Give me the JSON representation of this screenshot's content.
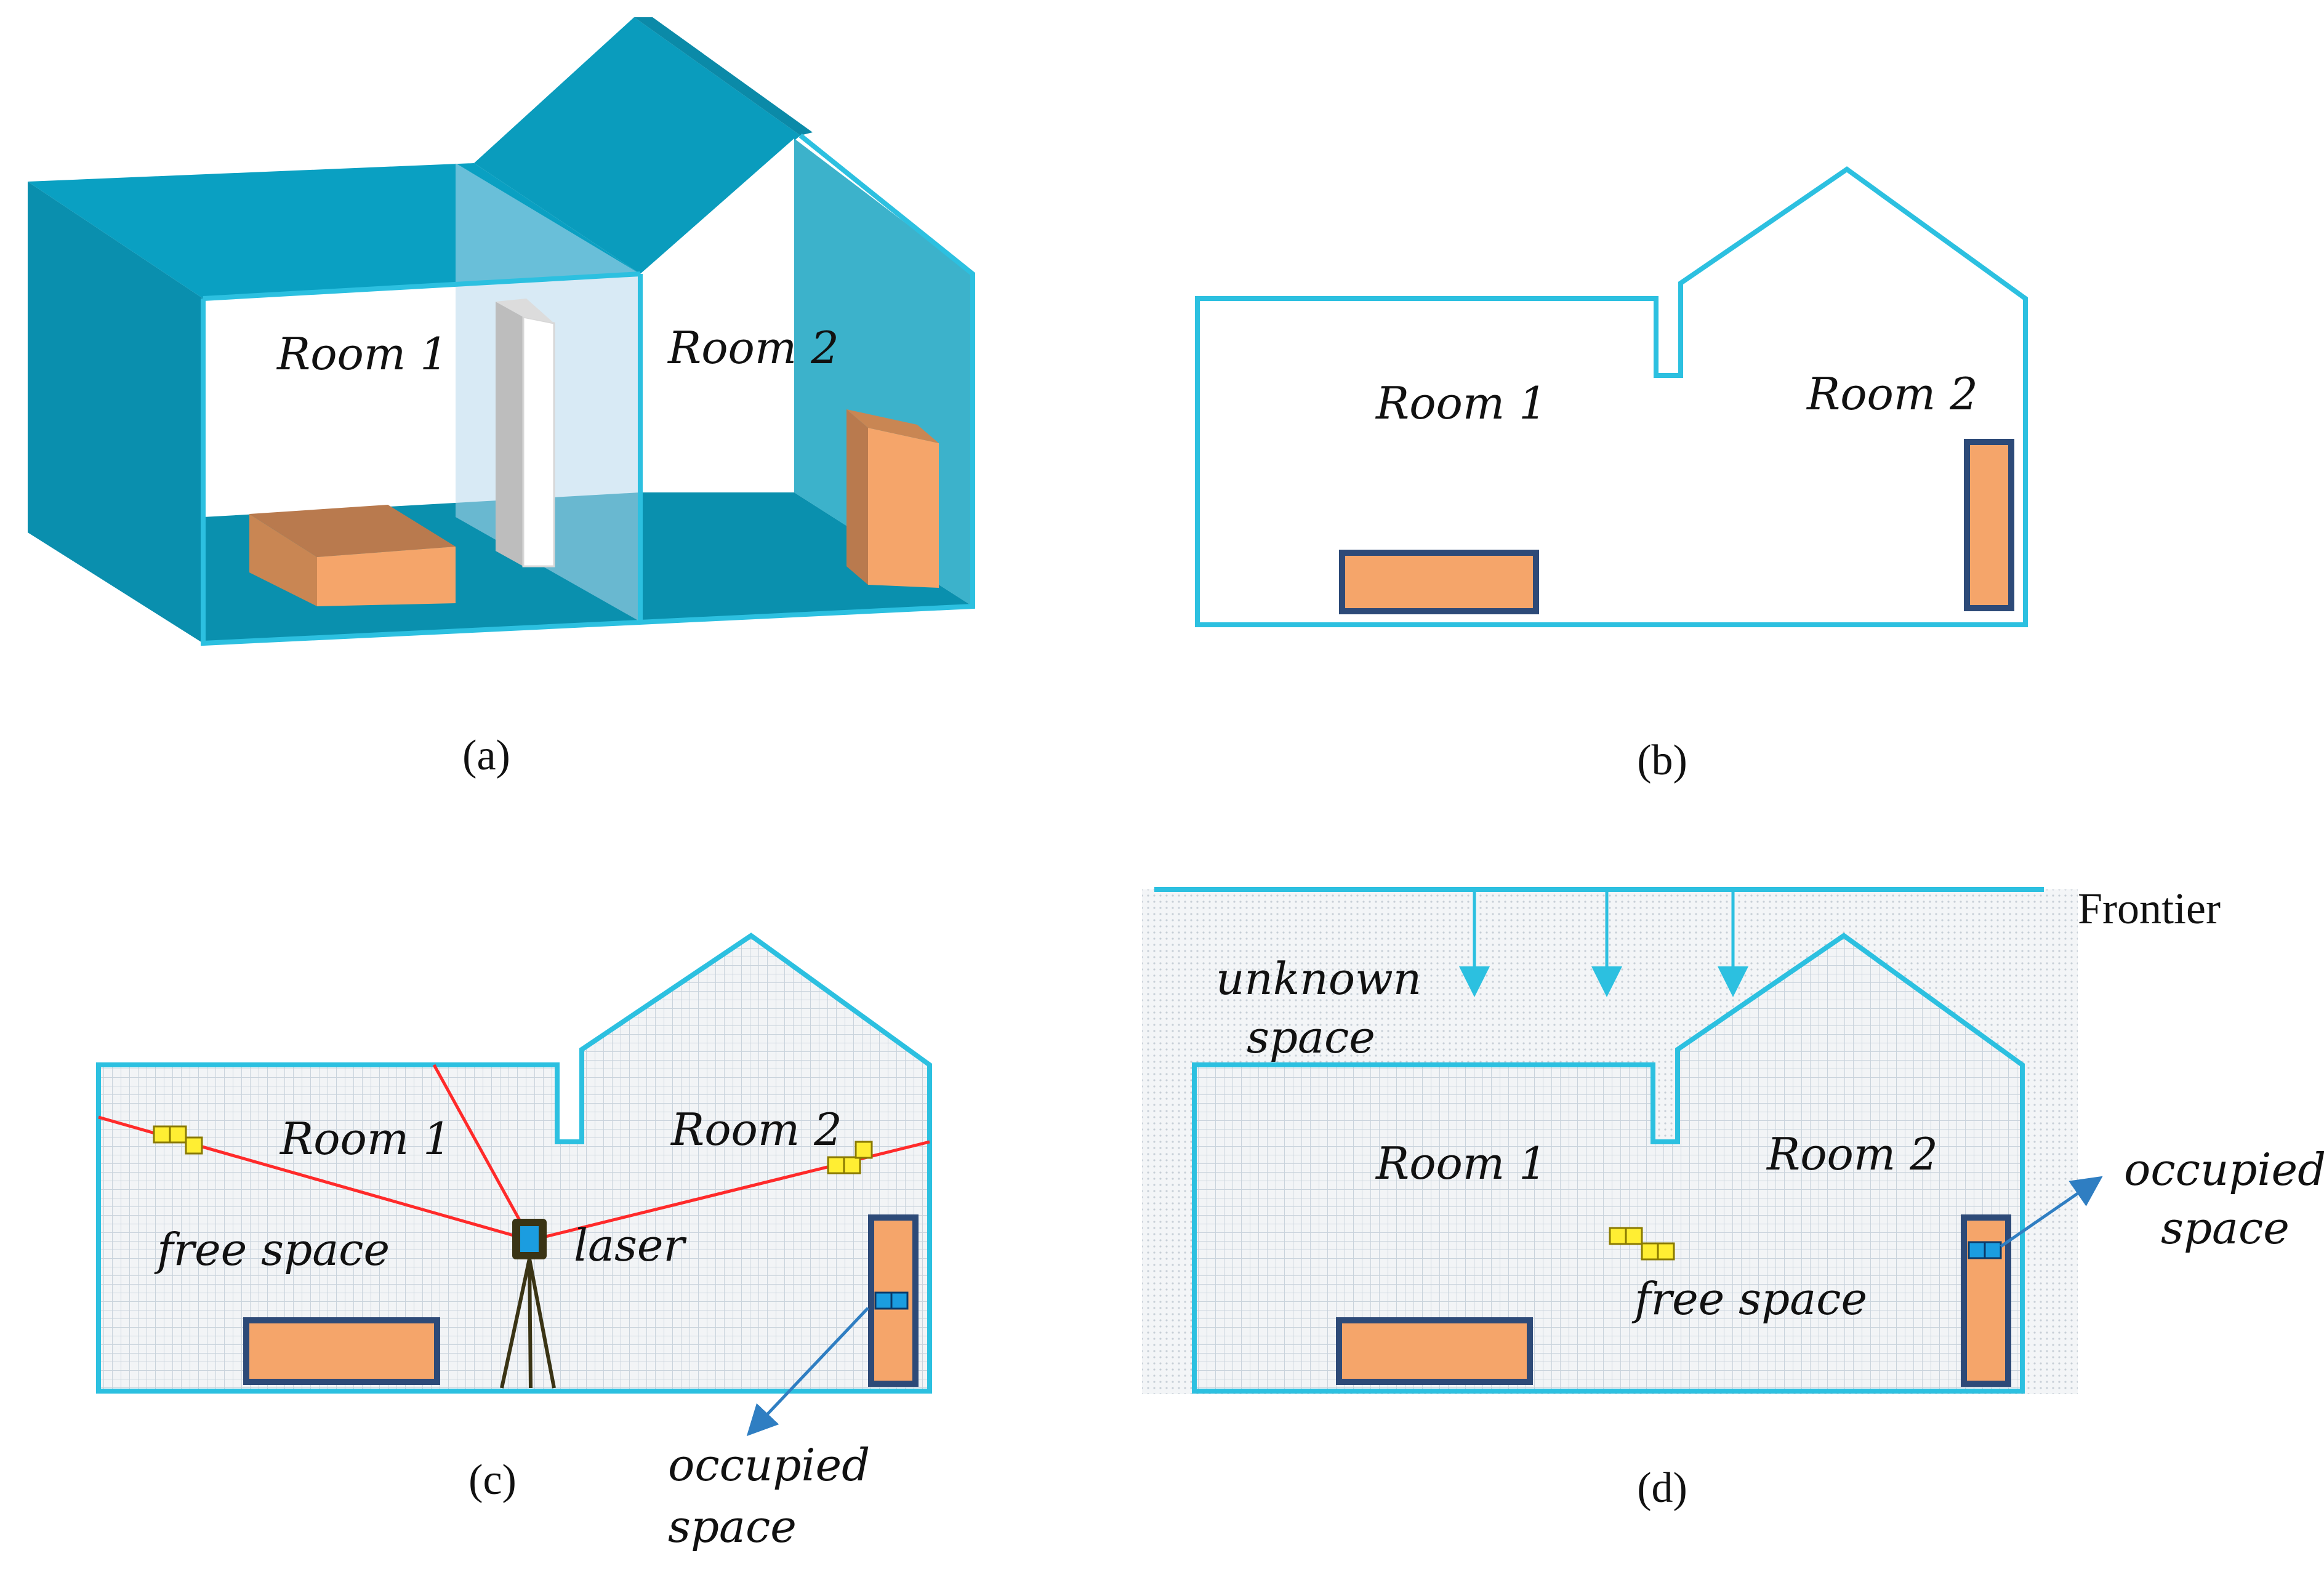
{
  "colors": {
    "wall": "#0096b4",
    "wall_dark": "#0a86a3",
    "outline": "#2cc0e0",
    "box_fill": "#f5a56a",
    "box_border": "#2d4a78",
    "laser_ray": "#ff2a2a",
    "cell_yellow": "#ffee33",
    "cell_blue": "#1b9de0",
    "arrow": "#2f7ec2",
    "grid_bg": "#eef1f4"
  },
  "icons": {
    "scanner": "laser-scanner-icon",
    "tripod": "tripod-icon"
  },
  "panel_a": {
    "room1_label": "Room 1",
    "room2_label": "Room 2",
    "caption": "(a)"
  },
  "panel_b": {
    "room1_label": "Room 1",
    "room2_label": "Room 2",
    "caption": "(b)"
  },
  "panel_c": {
    "room1_label": "Room 1",
    "room2_label": "Room 2",
    "free_space_label": "free space",
    "laser_label": "laser",
    "occupied_label_line1": "occupied",
    "occupied_label_line2": "space",
    "caption": "(c)"
  },
  "panel_d": {
    "frontier_label": "Frontier",
    "unknown_label_line1": "unknown",
    "unknown_label_line2": "space",
    "room1_label": "Room 1",
    "room2_label": "Room 2",
    "free_space_label": "free space",
    "occupied_label_line1": "occupied",
    "occupied_label_line2": "space",
    "caption": "(d)"
  }
}
